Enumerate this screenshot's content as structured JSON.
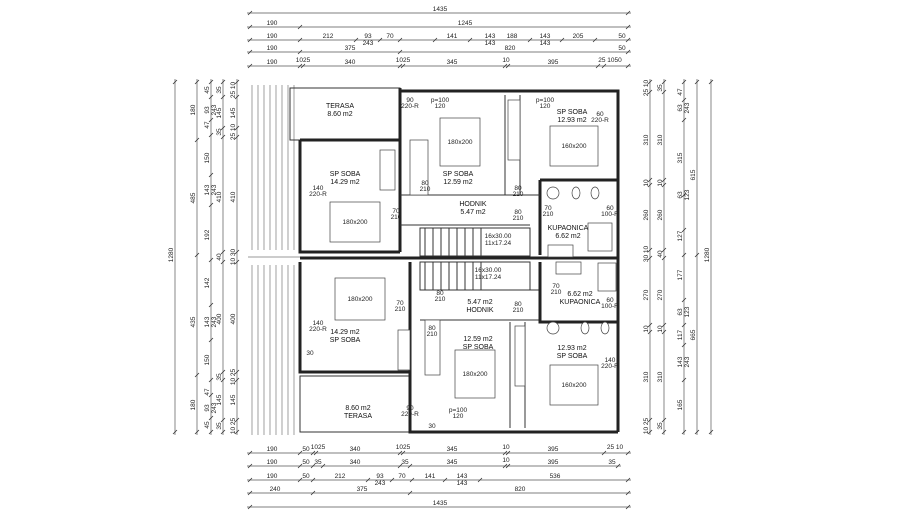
{
  "title": "Floor plan",
  "dims": {
    "top": [
      [
        "1435"
      ],
      [
        "190",
        "1245"
      ],
      [
        "190",
        "212",
        "93",
        "243",
        "70",
        "141",
        "143",
        "143",
        "188",
        "143",
        "143",
        "205",
        "50"
      ],
      [
        "190",
        "375",
        "820",
        "50"
      ],
      [
        "190",
        "1025",
        "340",
        "1025",
        "345",
        "10",
        "395",
        "25 1050"
      ]
    ],
    "bottom": [
      [
        "190",
        "50",
        "1025",
        "340",
        "1025",
        "345",
        "10",
        "395",
        "25 10"
      ],
      [
        "190",
        "50",
        "35",
        "340",
        "35",
        "345",
        "10",
        "395",
        "35"
      ],
      [
        "190",
        "50",
        "212",
        "93",
        "243",
        "70",
        "141",
        "143",
        "143",
        "536"
      ],
      [
        "240",
        "375",
        "820"
      ],
      [
        "1435"
      ]
    ],
    "left": [
      [
        "1280"
      ],
      [
        "180",
        "485",
        "435",
        "180"
      ],
      [
        "45",
        "93",
        "243",
        "47",
        "150",
        "143",
        "243",
        "192",
        "142",
        "143",
        "243",
        "150",
        "47",
        "93",
        "243",
        "45"
      ],
      [
        "35",
        "145",
        "35",
        "410",
        "40",
        "400",
        "35",
        "145",
        "35"
      ],
      [
        "25 10",
        "145",
        "25 10",
        "410",
        "10 30",
        "400",
        "10 25",
        "145",
        "10 25"
      ]
    ],
    "right": [
      [
        "25 10",
        "310",
        "10",
        "260",
        "30 10",
        "270",
        "10",
        "310",
        "10 25"
      ],
      [
        "35",
        "310",
        "10",
        "260",
        "40",
        "270",
        "10",
        "310",
        "35"
      ],
      [
        "47",
        "63",
        "243",
        "315",
        "63",
        "123",
        "127",
        "177",
        "63",
        "123",
        "117",
        "143",
        "243",
        "165"
      ],
      [
        "615",
        "665"
      ],
      [
        "1280"
      ]
    ]
  },
  "rooms": [
    {
      "name": "TERASA",
      "area": "8.60  m2"
    },
    {
      "name": "SP  SOBA",
      "area": "14.29  m2"
    },
    {
      "name": "SP  SOBA",
      "area": "12.59  m2"
    },
    {
      "name": "SP  SOBA",
      "area": "12.93  m2"
    },
    {
      "name": "HODNIK",
      "area": "5.47  m2"
    },
    {
      "name": "KUPAONICA",
      "area": "6.62  m2"
    },
    {
      "name": "SP  SOBA",
      "area": "14.29  m2"
    },
    {
      "name": "TERASA",
      "area": "8.60  m2"
    },
    {
      "name": "HODNIK",
      "area": "5.47  m2"
    },
    {
      "name": "SP  SOBA",
      "area": "12.59  m2"
    },
    {
      "name": "SP  SOBA",
      "area": "12.93  m2"
    },
    {
      "name": "KUPAONICA",
      "area": "6.62  m2"
    }
  ],
  "beds": [
    "180x200",
    "180x200",
    "160x200",
    "180x200",
    "180x200",
    "160x200"
  ],
  "stairs": [
    {
      "l1": "16x30.00",
      "l2": "11x17.24"
    },
    {
      "l1": "16x30.00",
      "l2": "11x17.24"
    }
  ],
  "doors": [
    {
      "a": "90",
      "b": "220-R"
    },
    {
      "a": "p=100",
      "b": "120"
    },
    {
      "a": "p=100",
      "b": "120"
    },
    {
      "a": "60",
      "b": "220-R"
    },
    {
      "a": "80",
      "b": "210"
    },
    {
      "a": "140",
      "b": "220-R"
    },
    {
      "a": "70",
      "b": "210"
    },
    {
      "a": "80",
      "b": "210"
    },
    {
      "a": "80",
      "b": "210"
    },
    {
      "a": "70",
      "b": "210"
    },
    {
      "a": "60",
      "b": "100-R"
    },
    {
      "a": "140",
      "b": "220-R"
    },
    {
      "a": "70",
      "b": "210"
    },
    {
      "a": "80",
      "b": "210"
    },
    {
      "a": "90",
      "b": "220-R"
    },
    {
      "a": "p=100",
      "b": "120"
    },
    {
      "a": "80",
      "b": "210"
    },
    {
      "a": "80",
      "b": "210"
    },
    {
      "a": "70",
      "b": "210"
    },
    {
      "a": "60",
      "b": "100-R"
    },
    {
      "a": "140",
      "b": "220-R"
    },
    {
      "a": "30",
      "b": ""
    },
    {
      "a": "30",
      "b": ""
    }
  ],
  "colors": {
    "line": "#222222",
    "background": "#ffffff"
  }
}
